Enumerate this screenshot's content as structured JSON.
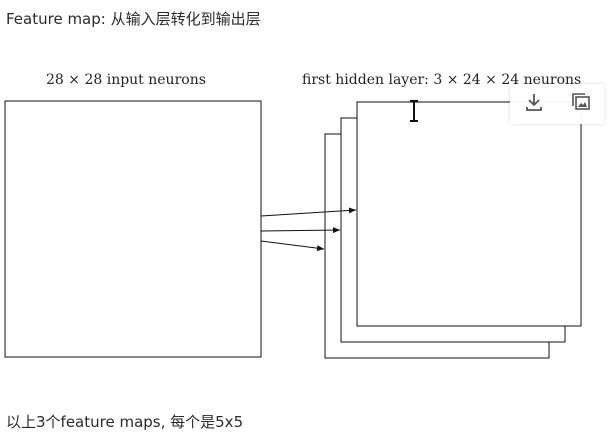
{
  "heading": "Feature map: 从输入层转化到输出层",
  "figure": {
    "input_label": "28 × 28 input neurons",
    "hidden_label": "first hidden layer: 3 × 24 × 24 neurons",
    "feature_map_count": 3
  },
  "toolbar": {
    "download_icon": "download-icon",
    "image_icon": "image-icon"
  },
  "footer": "以上3个feature maps, 每个是5x5"
}
